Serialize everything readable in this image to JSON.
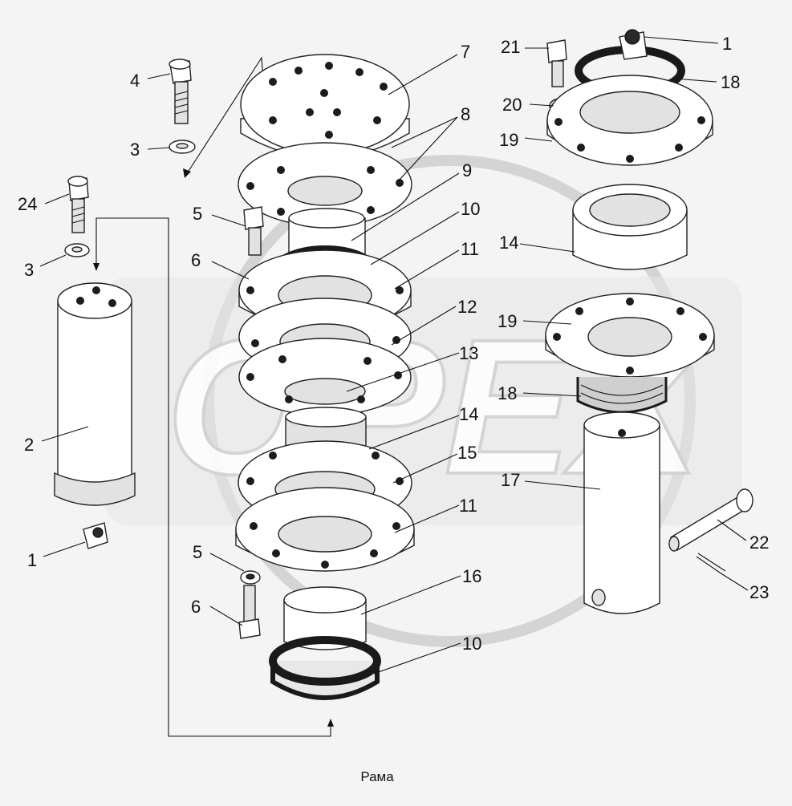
{
  "watermark": {
    "text": "OPEX",
    "color": "#d9d9d9"
  },
  "caption": "Рама",
  "colors": {
    "ink": "#111111",
    "paper": "#f4f4f4",
    "shade": "#e2e2e2"
  },
  "callouts": [
    {
      "id": "c-1-top",
      "label": "1"
    },
    {
      "id": "c-21",
      "label": "21"
    },
    {
      "id": "c-18-top",
      "label": "18"
    },
    {
      "id": "c-20",
      "label": "20"
    },
    {
      "id": "c-19-top",
      "label": "19"
    },
    {
      "id": "c-14-right",
      "label": "14"
    },
    {
      "id": "c-19-mid",
      "label": "19"
    },
    {
      "id": "c-18-mid",
      "label": "18"
    },
    {
      "id": "c-17",
      "label": "17"
    },
    {
      "id": "c-22",
      "label": "22"
    },
    {
      "id": "c-23",
      "label": "23"
    },
    {
      "id": "c-4",
      "label": "4"
    },
    {
      "id": "c-3-top",
      "label": "3"
    },
    {
      "id": "c-24",
      "label": "24"
    },
    {
      "id": "c-3-mid",
      "label": "3"
    },
    {
      "id": "c-2",
      "label": "2"
    },
    {
      "id": "c-1-bottom",
      "label": "1"
    },
    {
      "id": "c-7",
      "label": "7"
    },
    {
      "id": "c-8",
      "label": "8"
    },
    {
      "id": "c-9",
      "label": "9"
    },
    {
      "id": "c-10-top",
      "label": "10"
    },
    {
      "id": "c-5-top",
      "label": "5"
    },
    {
      "id": "c-6-top",
      "label": "6"
    },
    {
      "id": "c-11-top",
      "label": "11"
    },
    {
      "id": "c-12",
      "label": "12"
    },
    {
      "id": "c-13",
      "label": "13"
    },
    {
      "id": "c-14-center",
      "label": "14"
    },
    {
      "id": "c-15",
      "label": "15"
    },
    {
      "id": "c-11-bottom",
      "label": "11"
    },
    {
      "id": "c-5-bottom",
      "label": "5"
    },
    {
      "id": "c-6-bottom",
      "label": "6"
    },
    {
      "id": "c-16",
      "label": "16"
    },
    {
      "id": "c-10-bottom",
      "label": "10"
    }
  ]
}
